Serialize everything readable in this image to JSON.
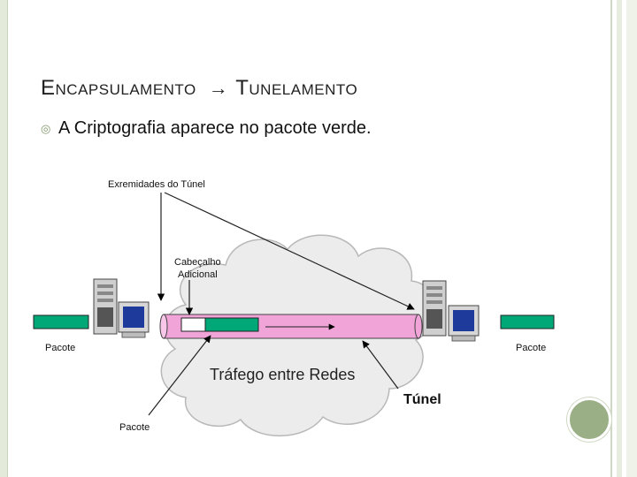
{
  "slide": {
    "title_part1_first": "E",
    "title_part1_rest": "NCAPSULAMENTO",
    "title_arrow": "→",
    "title_part2_first": "T",
    "title_part2_rest": "UNELAMENTO",
    "bullet_text": "A Criptografia aparece no pacote verde.",
    "bullet_icon": "target-bullet-icon"
  },
  "diagram": {
    "label_extremidades": "Exremidades do Túnel",
    "label_cabecalho_line1": "Cabeçalho",
    "label_cabecalho_line2": "Adicional",
    "label_pacote_left": "Pacote",
    "label_pacote_right": "Pacote",
    "label_pacote_bottom": "Pacote",
    "label_trafego": "Tráfego entre Redes",
    "label_tunel": "Túnel",
    "colors": {
      "packet_green": "#00a878",
      "tunnel_pink": "#f0a4d8",
      "cloud_fill": "#ececec"
    }
  }
}
